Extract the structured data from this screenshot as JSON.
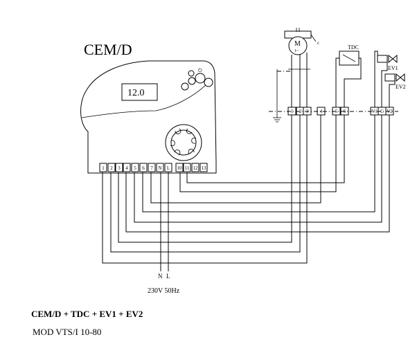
{
  "title": "CEM/D",
  "display_value": "12.0",
  "controller_terminals": [
    "1",
    "2",
    "3",
    "4",
    "5",
    "6",
    "7",
    "N",
    "L",
    "10",
    "11",
    "12",
    "13"
  ],
  "motor_label": "M",
  "motor_symbol": "1~",
  "motor_tag": "c",
  "tdc_label": "TDC",
  "ev1_label": "EV1",
  "ev2_label": "EV2",
  "bus_terminals": {
    "motor": [
      "1",
      "2",
      "3"
    ],
    "mid": [
      "4"
    ],
    "tdc": [
      "5",
      "6"
    ],
    "valves": [
      "V1",
      "C",
      "V2"
    ]
  },
  "supply_labels": {
    "n": "N",
    "l": "L"
  },
  "supply_text": "230V 50Hz",
  "caption_main": "CEM/D + TDC + EV1 + EV2",
  "caption_model": "MOD VTS/I 10-80"
}
